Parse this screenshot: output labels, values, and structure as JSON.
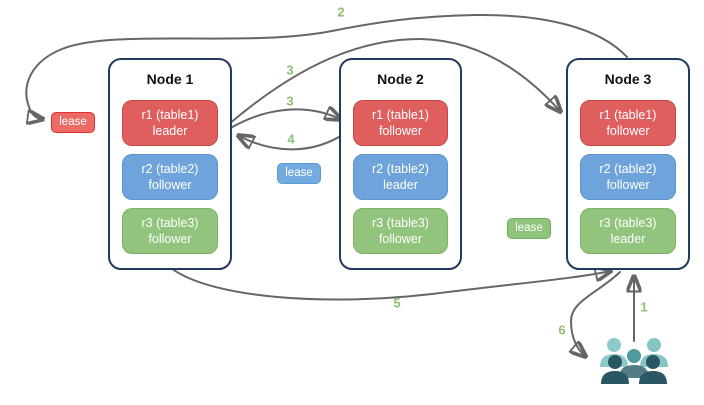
{
  "nodes": [
    {
      "title": "Node 1",
      "replicas": [
        {
          "name": "r1 (table1)",
          "role": "leader"
        },
        {
          "name": "r2 (table2)",
          "role": "follower"
        },
        {
          "name": "r3 (table3)",
          "role": "follower"
        }
      ]
    },
    {
      "title": "Node 2",
      "replicas": [
        {
          "name": "r1 (table1)",
          "role": "follower"
        },
        {
          "name": "r2 (table2)",
          "role": "leader"
        },
        {
          "name": "r3 (table3)",
          "role": "follower"
        }
      ]
    },
    {
      "title": "Node 3",
      "replicas": [
        {
          "name": "r1 (table1)",
          "role": "follower"
        },
        {
          "name": "r2 (table2)",
          "role": "follower"
        },
        {
          "name": "r3 (table3)",
          "role": "leader"
        }
      ]
    }
  ],
  "leases": [
    {
      "label": "lease",
      "color": "red"
    },
    {
      "label": "lease",
      "color": "blue"
    },
    {
      "label": "lease",
      "color": "green"
    }
  ],
  "steps": {
    "n1": "1",
    "n2": "2",
    "n3a": "3",
    "n3b": "3",
    "n4": "4",
    "n5": "5",
    "n6": "6"
  },
  "icons": {
    "client": "users-group-icon"
  },
  "colors": {
    "replica_red": "#df5f5f",
    "replica_blue": "#6ea4db",
    "replica_green": "#93c47d",
    "lease_red_fill": "#ec6b66",
    "lease_red_border": "#e0322e",
    "lease_blue_fill": "#74abdf",
    "lease_blue_border": "#5b9bd5",
    "lease_green_fill": "#90c47c",
    "lease_green_border": "#6fae58",
    "node_border": "#24395e",
    "arrow": "#666666",
    "step_label": "#8cc173",
    "people_light": "#8ccbc9",
    "people_medium": "#4e9a9e",
    "people_mid_body": "#527c86",
    "people_dark": "#2b5765"
  }
}
